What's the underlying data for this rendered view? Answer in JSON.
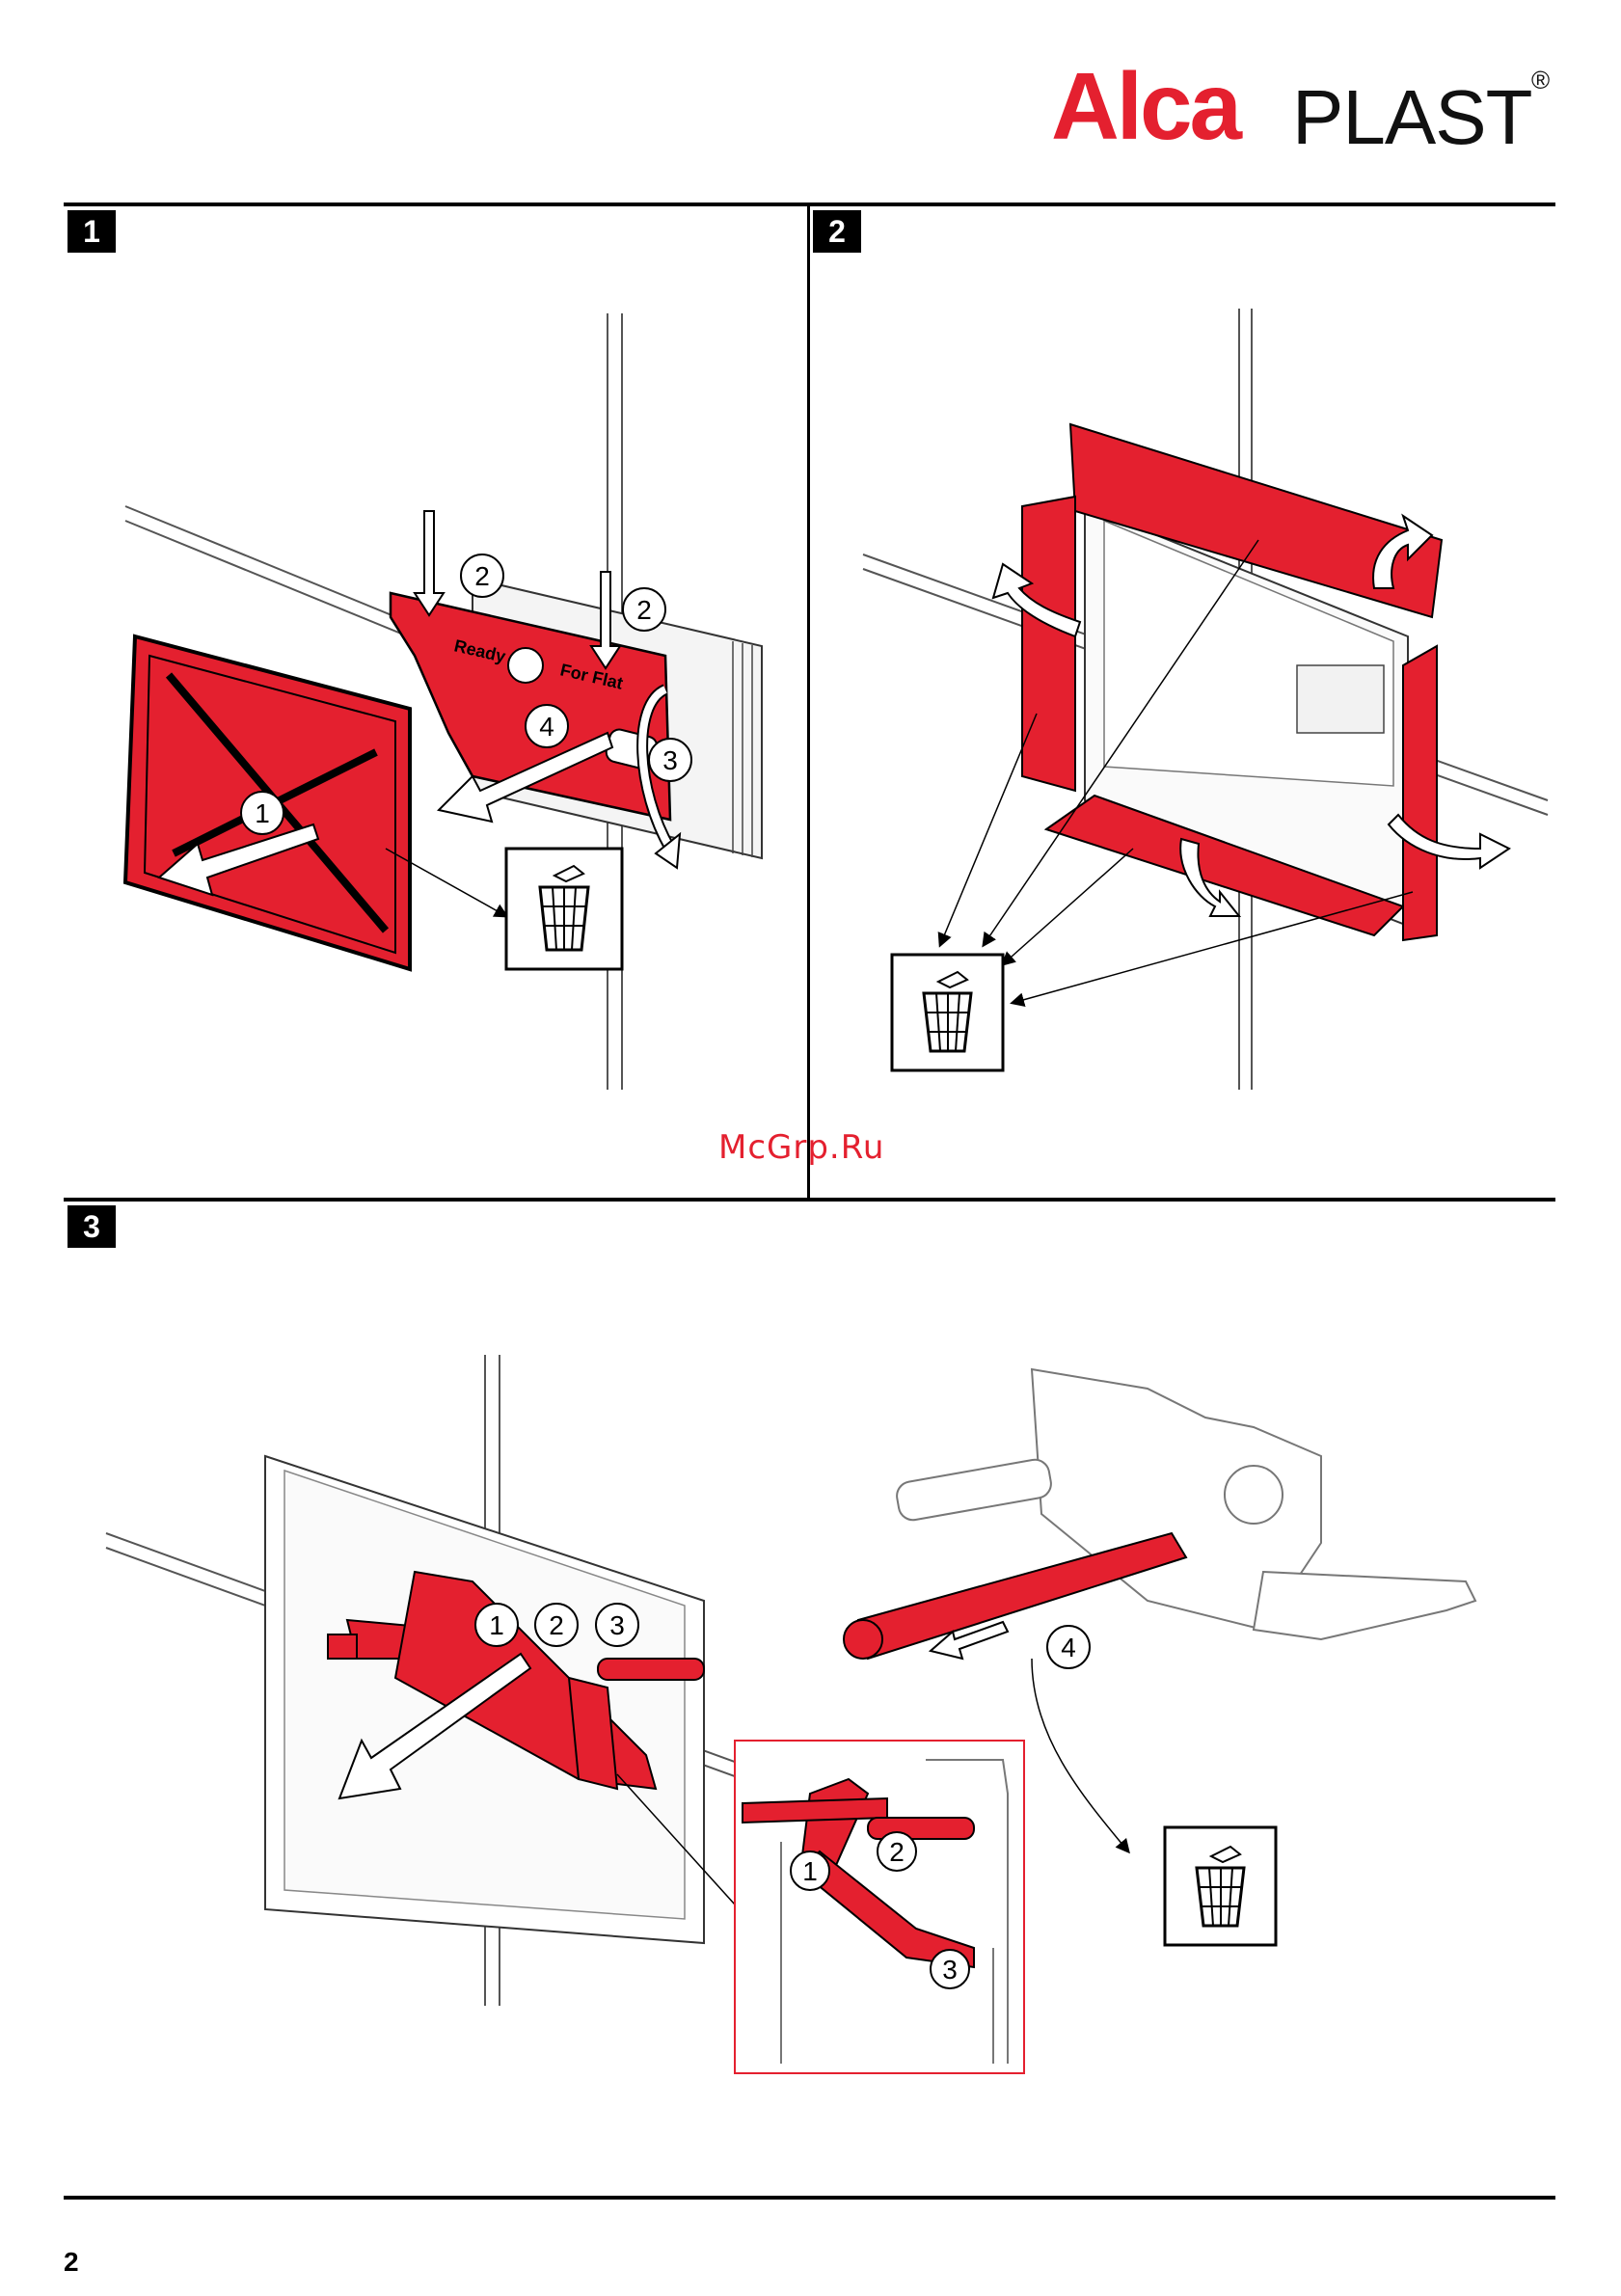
{
  "brand": {
    "name_part1": "Alca",
    "name_part2": "PLAST",
    "registered": "®",
    "color_red": "#e4202f"
  },
  "steps": [
    {
      "number": "1",
      "plate_text_1": "Ready",
      "plate_text_2": "For Flat",
      "callouts": [
        "1",
        "2",
        "2",
        "3",
        "4"
      ]
    },
    {
      "number": "2"
    },
    {
      "number": "3",
      "callouts": [
        "1",
        "2",
        "3",
        "4"
      ],
      "detail_callouts": [
        "1",
        "2",
        "3"
      ]
    }
  ],
  "icons": [
    "trash-bin-icon"
  ],
  "watermark": "McGrp.Ru",
  "page_number": "2"
}
